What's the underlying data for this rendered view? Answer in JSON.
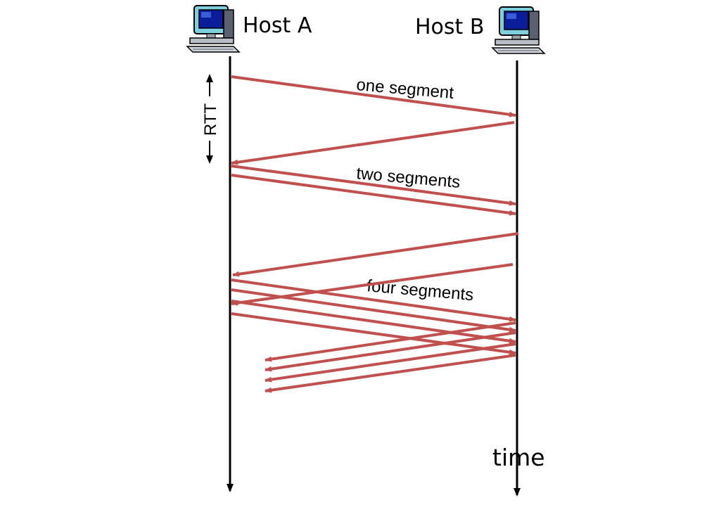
{
  "hosts": {
    "a_label": "Host A",
    "b_label": "Host B"
  },
  "labels": {
    "rtt": "RTT",
    "one_segment": "one segment",
    "two_segments": "two segments",
    "four_segments": "four segments",
    "time": "time"
  },
  "colors": {
    "arrow": "#c0504d",
    "timeline": "#000000"
  },
  "icons": {
    "host_a": "computer-icon",
    "host_b": "computer-icon"
  }
}
